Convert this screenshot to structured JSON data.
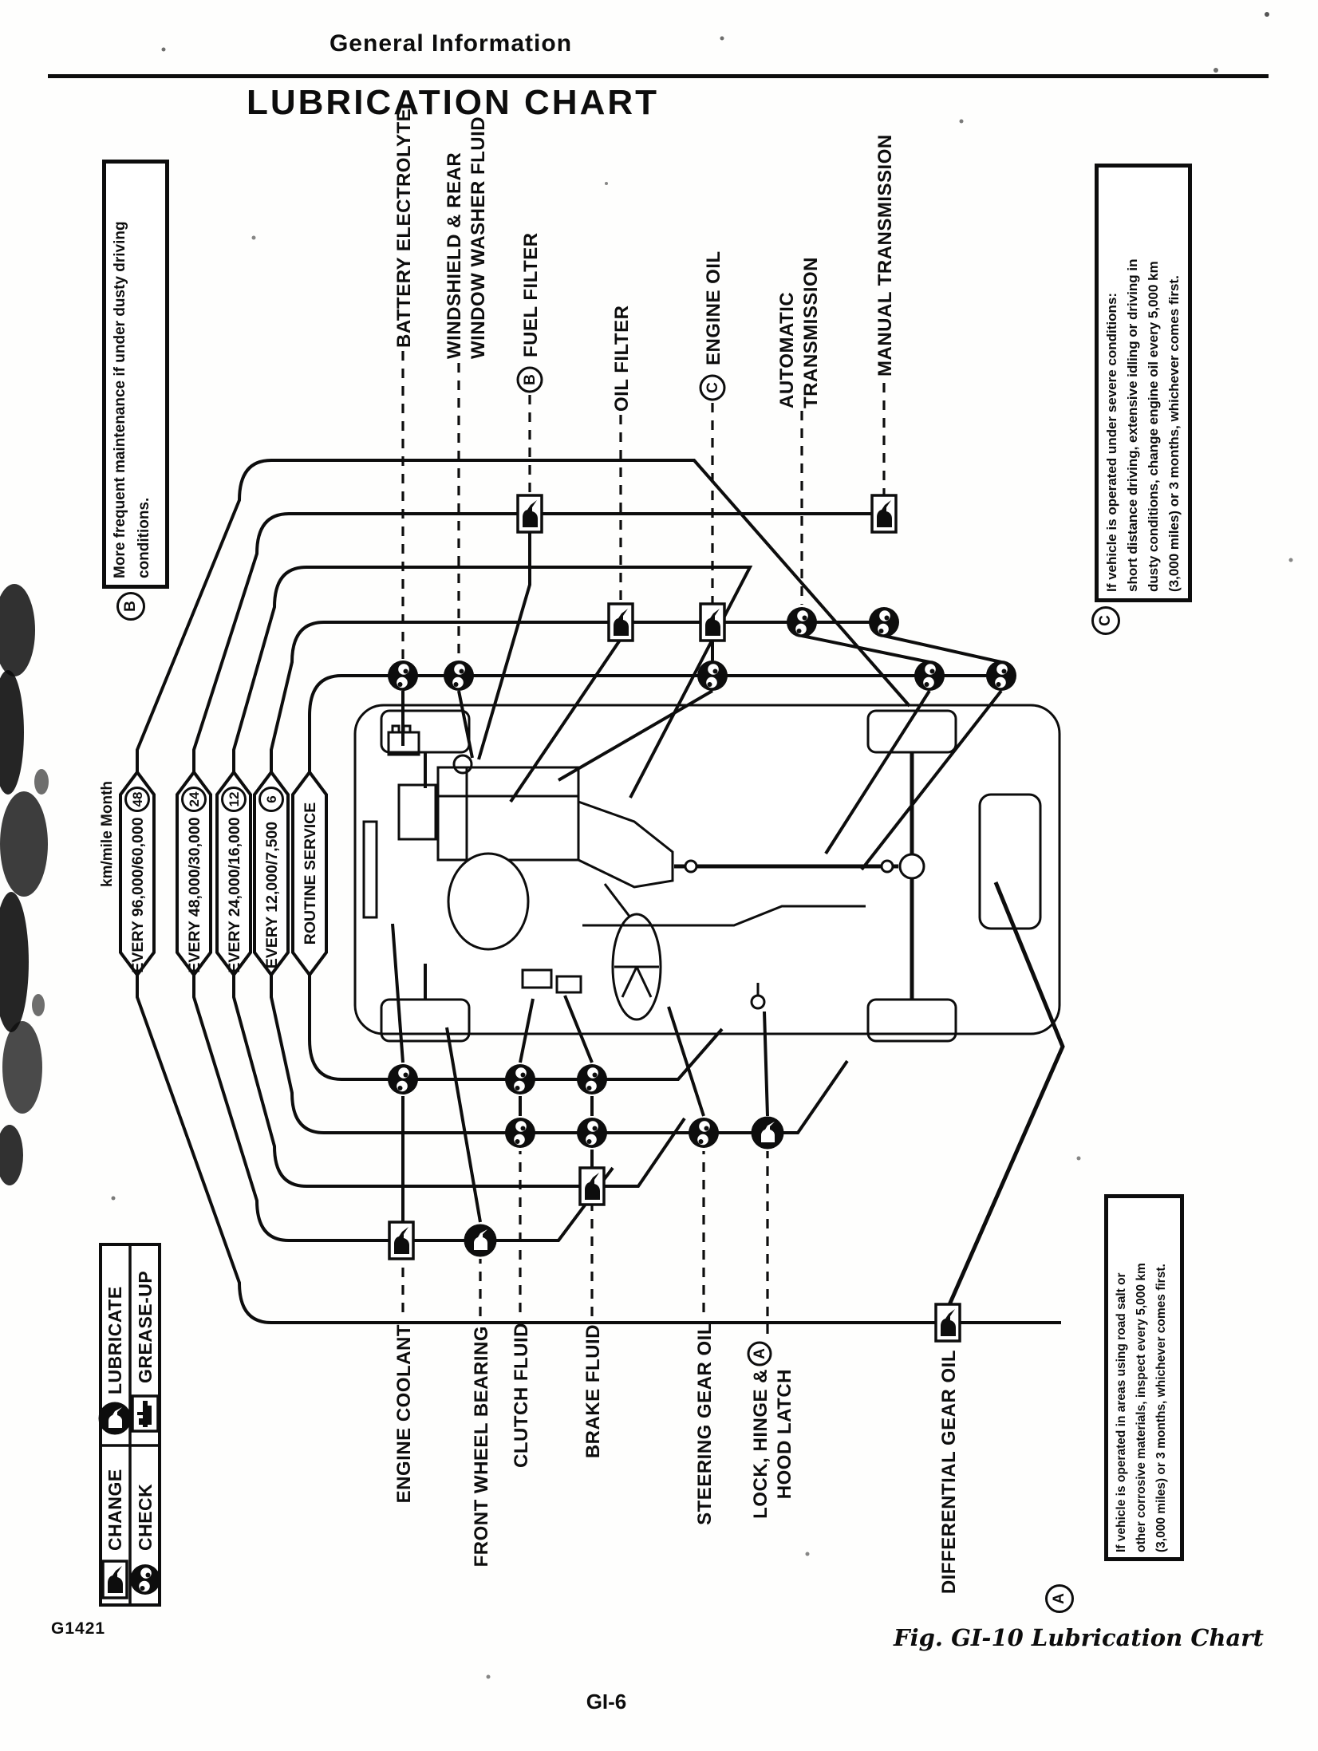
{
  "page": {
    "header": "General Information",
    "title": "LUBRICATION CHART",
    "figure_caption": "Fig. GI-10  Lubrication Chart",
    "figure_code": "G1421",
    "page_number": "GI-6"
  },
  "notes": {
    "b": {
      "letter": "B",
      "lines": [
        "More frequent maintenance if under dusty driving",
        "conditions."
      ]
    },
    "c": {
      "letter": "C",
      "lines": [
        "If vehicle is operated under severe conditions:",
        "short distance driving, extensive idling or driving in",
        "dusty conditions, change engine oil every 5,000 km",
        "(3,000 miles) or 3 months, whichever comes first."
      ]
    },
    "a": {
      "letter": "A",
      "lines": [
        "If vehicle is operated in areas using road salt or",
        "other corrosive materials, inspect every 5,000 km",
        "(3,000 miles) or 3 months, whichever comes first."
      ]
    }
  },
  "legend": {
    "change": "CHANGE",
    "check": "CHECK",
    "lubricate": "LUBRICATE",
    "grease_up": "GREASE-UP"
  },
  "intervals": {
    "unit_label": "km/mile  Month",
    "banners": [
      {
        "label": "EVERY 96,000/60,000",
        "months": "48"
      },
      {
        "label": "EVERY 48,000/30,000",
        "months": "24"
      },
      {
        "label": "EVERY 24,000/16,000",
        "months": "12"
      },
      {
        "label": "EVERY 12,000/7,500",
        "months": "6"
      },
      {
        "label": "ROUTINE SERVICE",
        "months": ""
      }
    ]
  },
  "labels_top": {
    "battery": "BATTERY ELECTROLYTE",
    "washer1": "WINDSHIELD & REAR",
    "washer2": "WINDOW WASHER FLUID",
    "fuel": "FUEL FILTER",
    "oil_filter": "OIL FILTER",
    "engine_oil": "ENGINE OIL",
    "auto1": "AUTOMATIC",
    "auto2": "TRANSMISSION",
    "manual": "MANUAL TRANSMISSION"
  },
  "labels_bottom": {
    "coolant": "ENGINE COOLANT",
    "wheel_bearing": "FRONT WHEEL BEARING",
    "clutch": "CLUTCH FLUID",
    "brake": "BRAKE FLUID",
    "steering": "STEERING GEAR OIL",
    "lock1": "LOCK, HINGE &",
    "lock2": "HOOD LATCH",
    "differential": "DIFFERENTIAL GEAR OIL"
  },
  "diagram_semantics": {
    "services": [
      {
        "item": "FUEL FILTER",
        "action": "CHANGE",
        "interval": "EVERY 48,000/30,000"
      },
      {
        "item": "MANUAL TRANSMISSION",
        "action": "CHANGE",
        "interval": "EVERY 48,000/30,000"
      },
      {
        "item": "OIL FILTER",
        "action": "CHANGE",
        "interval": "EVERY 12,000/7,500"
      },
      {
        "item": "ENGINE OIL",
        "action": "CHANGE",
        "interval": "EVERY 12,000/7,500"
      },
      {
        "item": "AUTOMATIC TRANSMISSION",
        "action": "CHECK",
        "interval": "EVERY 12,000/7,500"
      },
      {
        "item": "MANUAL TRANSMISSION",
        "action": "CHECK",
        "interval": "EVERY 12,000/7,500"
      },
      {
        "item": "BATTERY ELECTROLYTE",
        "action": "CHECK",
        "interval": "ROUTINE SERVICE"
      },
      {
        "item": "WINDSHIELD & REAR WINDOW WASHER FLUID",
        "action": "CHECK",
        "interval": "ROUTINE SERVICE"
      },
      {
        "item": "ENGINE OIL",
        "action": "CHECK",
        "interval": "ROUTINE SERVICE"
      },
      {
        "item": "ENGINE COOLANT",
        "action": "CHECK",
        "interval": "ROUTINE SERVICE"
      },
      {
        "item": "CLUTCH FLUID",
        "action": "CHECK",
        "interval": "ROUTINE SERVICE"
      },
      {
        "item": "BRAKE FLUID",
        "action": "CHECK",
        "interval": "ROUTINE SERVICE"
      },
      {
        "item": "CLUTCH FLUID",
        "action": "CHECK",
        "interval": "EVERY 12,000/7,500"
      },
      {
        "item": "BRAKE FLUID",
        "action": "CHECK",
        "interval": "EVERY 12,000/7,500"
      },
      {
        "item": "STEERING GEAR OIL",
        "action": "CHECK",
        "interval": "EVERY 12,000/7,500"
      },
      {
        "item": "LOCK, HINGE & HOOD LATCH",
        "action": "LUBRICATE",
        "interval": "EVERY 12,000/7,500"
      },
      {
        "item": "BRAKE FLUID",
        "action": "CHANGE",
        "interval": "EVERY 24,000/16,000"
      },
      {
        "item": "ENGINE COOLANT",
        "action": "CHANGE",
        "interval": "EVERY 48,000/30,000"
      },
      {
        "item": "FRONT WHEEL BEARING",
        "action": "LUBRICATE",
        "interval": "EVERY 48,000/30,000"
      },
      {
        "item": "DIFFERENTIAL GEAR OIL",
        "action": "CHANGE",
        "interval": "EVERY 96,000/60,000"
      }
    ]
  }
}
